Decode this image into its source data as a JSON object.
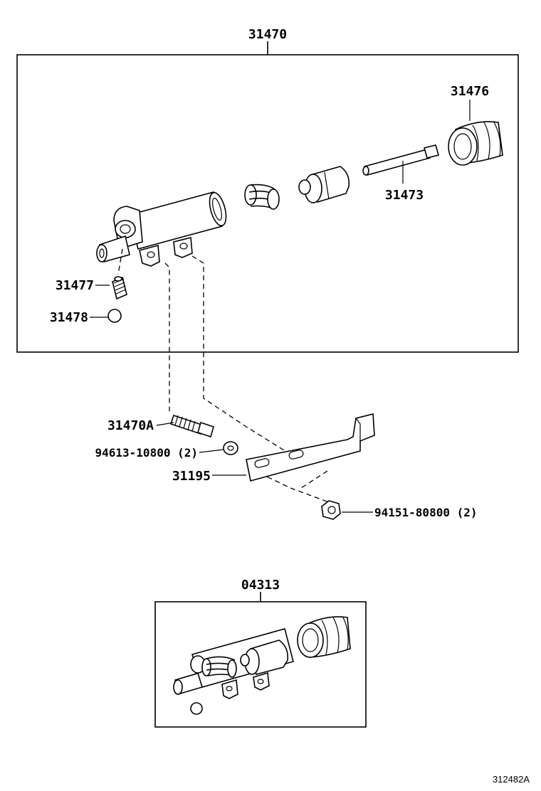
{
  "labels": {
    "assembly_main": "31470",
    "boot": "31476",
    "push_rod": "31473",
    "bleeder_plug": "31477",
    "bleeder_cap": "31478",
    "stud": "31470A",
    "washer": "94613-10800 (2)",
    "bracket": "31195",
    "nut": "94151-80800 (2)",
    "repair_kit": "04313"
  },
  "figure_ref": "312482A"
}
